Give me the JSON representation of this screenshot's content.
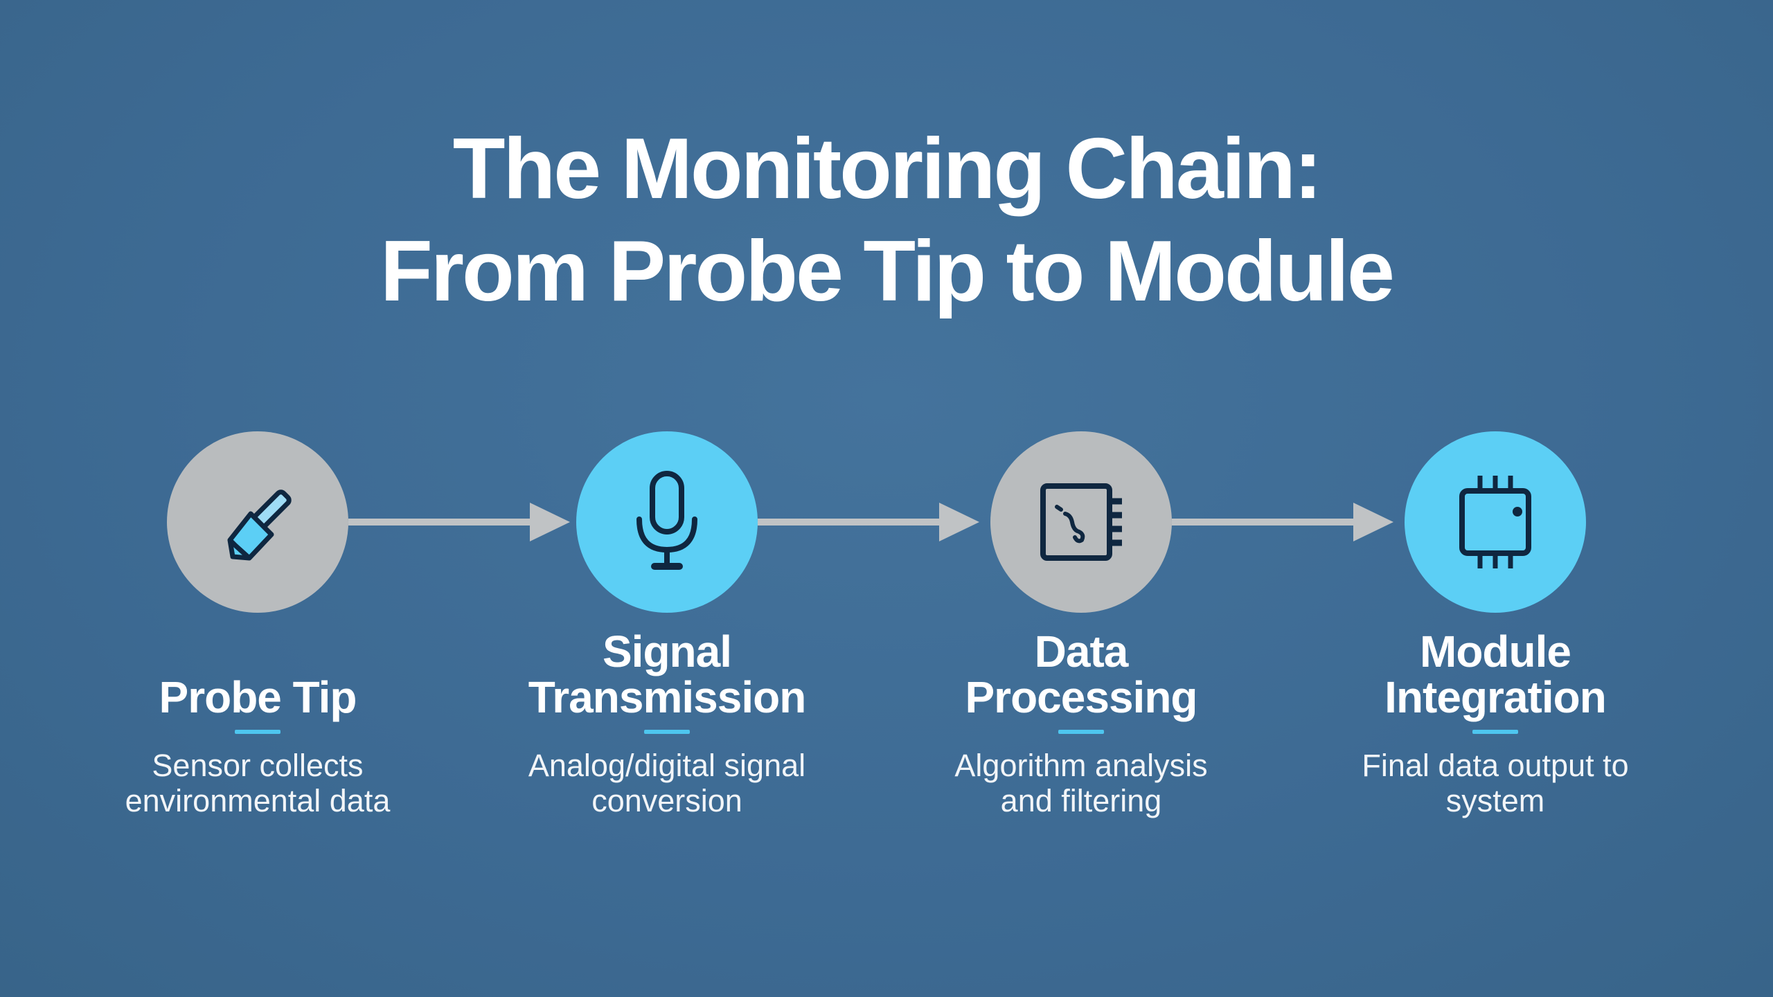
{
  "title": {
    "line1": "The Monitoring Chain:",
    "line2": "From Probe Tip to Module"
  },
  "colors": {
    "background": "#3f6c95",
    "gray_circle": "#b9bcbe",
    "cyan_circle": "#5ccff5",
    "accent": "#4ec6ef",
    "arrow": "#c0c3c5",
    "icon": "#0f2740"
  },
  "steps": [
    {
      "heading_line1": "Probe Tip",
      "heading_line2": "",
      "desc_line1": "Sensor collects",
      "desc_line2": "environmental data",
      "icon": "probe-icon"
    },
    {
      "heading_line1": "Signal",
      "heading_line2": "Transmission",
      "desc_line1": "Analog/digital signal",
      "desc_line2": "conversion",
      "icon": "microphone-icon"
    },
    {
      "heading_line1": "Data",
      "heading_line2": "Processing",
      "desc_line1": "Algorithm analysis",
      "desc_line2": "and filtering",
      "icon": "processor-board-icon"
    },
    {
      "heading_line1": "Module",
      "heading_line2": "Integration",
      "desc_line1": "Final data output to",
      "desc_line2": "system",
      "icon": "chip-icon"
    }
  ]
}
